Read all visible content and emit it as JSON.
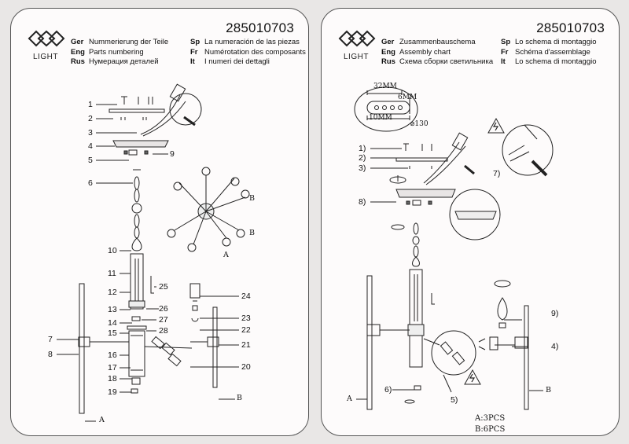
{
  "left": {
    "code": "285010703",
    "logo_text": "LIGHT",
    "headers": [
      {
        "lang": "Ger",
        "text": "Nummerierung der Teile"
      },
      {
        "lang": "Eng",
        "text": "Parts numbering"
      },
      {
        "lang": "Rus",
        "text": "Нумерация деталей"
      }
    ],
    "headers2": [
      {
        "lang": "Sp",
        "text": "La numeración de las piezas"
      },
      {
        "lang": "Fr",
        "text": "Numérotation des composants"
      },
      {
        "lang": "It",
        "text": "I numeri dei dettagli"
      }
    ],
    "parts": [
      "1",
      "2",
      "3",
      "4",
      "5",
      "6",
      "7",
      "8",
      "9",
      "10",
      "11",
      "12",
      "13",
      "14",
      "15",
      "16",
      "17",
      "18",
      "19",
      "20",
      "21",
      "22",
      "23",
      "24",
      "25",
      "26",
      "27",
      "28"
    ],
    "arm_labels": [
      "A",
      "B",
      "B"
    ]
  },
  "right": {
    "code": "285010703",
    "logo_text": "LIGHT",
    "headers": [
      {
        "lang": "Ger",
        "text": "Zusammenbauschema"
      },
      {
        "lang": "Eng",
        "text": "Assembly chart"
      },
      {
        "lang": "Rus",
        "text": "Схема сборки светильника"
      }
    ],
    "headers2": [
      {
        "lang": "Sp",
        "text": "Lo schema di montaggio"
      },
      {
        "lang": "Fr",
        "text": "Schéma d'assemblage"
      },
      {
        "lang": "It",
        "text": "Lo schema di montaggio"
      }
    ],
    "dims": [
      "32MM",
      "6MM",
      "10MM",
      "⌀130"
    ],
    "steps": [
      "1)",
      "2)",
      "3)",
      "7)",
      "8)",
      "9)",
      "4)",
      "6)",
      "5)"
    ],
    "arm_labels": [
      "A",
      "B"
    ],
    "quantity_notes": [
      "A:3PCS",
      "B:6PCS"
    ]
  }
}
